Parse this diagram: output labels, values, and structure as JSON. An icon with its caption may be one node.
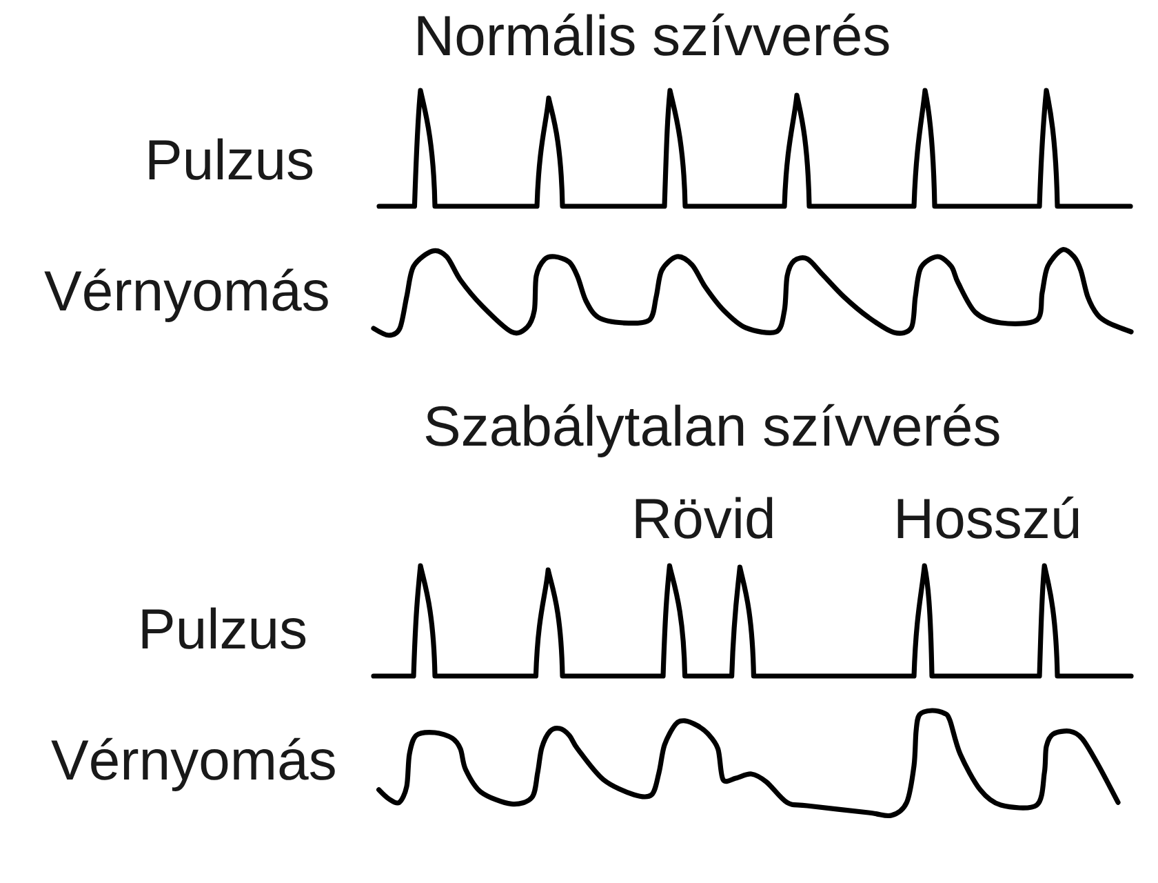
{
  "diagram": {
    "labels": [
      "Normális szívverés",
      "Pulzus",
      "Vérnyomás",
      "Szabálytalan szívverés",
      "Rövid",
      "Hosszú",
      "Pulzus",
      "Vérnyomás"
    ]
  }
}
